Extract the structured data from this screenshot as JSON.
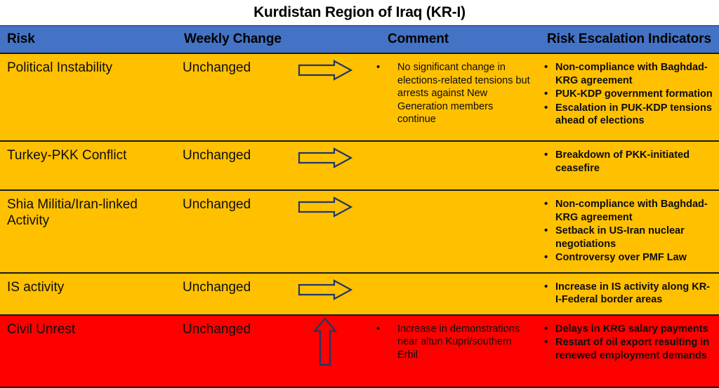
{
  "title": "Kurdistan Region of Iraq (KR-I)",
  "colors": {
    "header_blue": "#4472C4",
    "row_amber": "#FFC000",
    "row_red": "#FF0000",
    "arrow_outline": "#1F3864",
    "text": "#0D0D0D"
  },
  "table": {
    "columns": [
      {
        "label": "Risk",
        "name": "risk"
      },
      {
        "label": "Weekly Change",
        "name": "weekly-change"
      },
      {
        "label": "",
        "name": "trend-arrow"
      },
      {
        "label": "Comment",
        "name": "comment"
      },
      {
        "label": "Risk Escalation Indicators",
        "name": "risk-escalation-indicators"
      }
    ],
    "rows": [
      {
        "risk": "Political Instability",
        "weekly_change": "Unchanged",
        "trend": "right",
        "status": "amber",
        "comments": [
          "No significant change in elections-related tensions but arrests against New Generation members continue"
        ],
        "indicators": [
          "Non-compliance with Baghdad-KRG agreement",
          "PUK-KDP government formation",
          "Escalation in PUK-KDP tensions ahead of elections"
        ]
      },
      {
        "risk": "Turkey-PKK Conflict",
        "weekly_change": "Unchanged",
        "trend": "right",
        "status": "amber",
        "comments": [],
        "indicators": [
          "Breakdown of PKK-initiated ceasefire"
        ]
      },
      {
        "risk": "Shia Militia/Iran-linked Activity",
        "weekly_change": "Unchanged",
        "trend": "right",
        "status": "amber",
        "comments": [],
        "indicators": [
          "Non-compliance with Baghdad-KRG agreement",
          "Setback in US-Iran nuclear negotiations",
          "Controversy over PMF Law"
        ]
      },
      {
        "risk": "IS activity",
        "weekly_change": "Unchanged",
        "trend": "right",
        "status": "amber",
        "comments": [],
        "indicators": [
          "Increase in IS activity along KR-I-Federal border areas"
        ]
      },
      {
        "risk": "Civil Unrest",
        "weekly_change": "Unchanged",
        "trend": "up",
        "status": "red",
        "comments": [
          "Increase in demonstrations near altun Kupri/southern Erbil"
        ],
        "indicators": [
          "Delays in KRG salary payments",
          "Restart of oil export resulting in renewed employment demands"
        ]
      }
    ]
  }
}
